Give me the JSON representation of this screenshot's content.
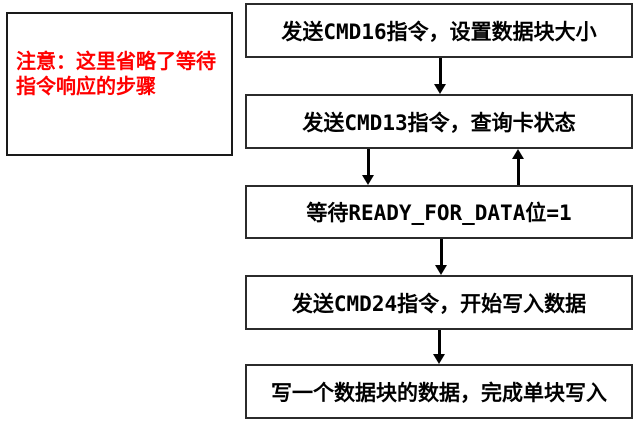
{
  "note": {
    "line1": "注意：这里省略了等待",
    "line2": "指令响应的步骤"
  },
  "flow": {
    "boxes": [
      {
        "id": "box1",
        "prefix": "发送",
        "code": "CMD16",
        "suffix": "指令，设置数据块大小"
      },
      {
        "id": "box2",
        "prefix": "发送",
        "code": "CMD13",
        "suffix": "指令，查询卡状态"
      },
      {
        "id": "box3",
        "prefix": "等待",
        "code": "READY_FOR_DATA",
        "suffix": "位=1"
      },
      {
        "id": "box4",
        "prefix": "发送",
        "code": "CMD24",
        "suffix": "指令，开始写入数据"
      },
      {
        "id": "box5",
        "prefix": "写一个数据块的数据，完成单块写入",
        "code": "",
        "suffix": ""
      }
    ],
    "connections": [
      {
        "from": "box1",
        "to": "box2",
        "direction": "down"
      },
      {
        "from": "box2",
        "to": "box3",
        "direction": "down"
      },
      {
        "from": "box3",
        "to": "box2",
        "direction": "up"
      },
      {
        "from": "box3",
        "to": "box4",
        "direction": "down"
      },
      {
        "from": "box4",
        "to": "box5",
        "direction": "down"
      }
    ]
  },
  "colors": {
    "note_text": "#ff0000",
    "note_border": "#1a1a1a",
    "box_border": "#2b2b2b",
    "box_text": "#000000",
    "arrow": "#000000",
    "background": "#ffffff"
  }
}
